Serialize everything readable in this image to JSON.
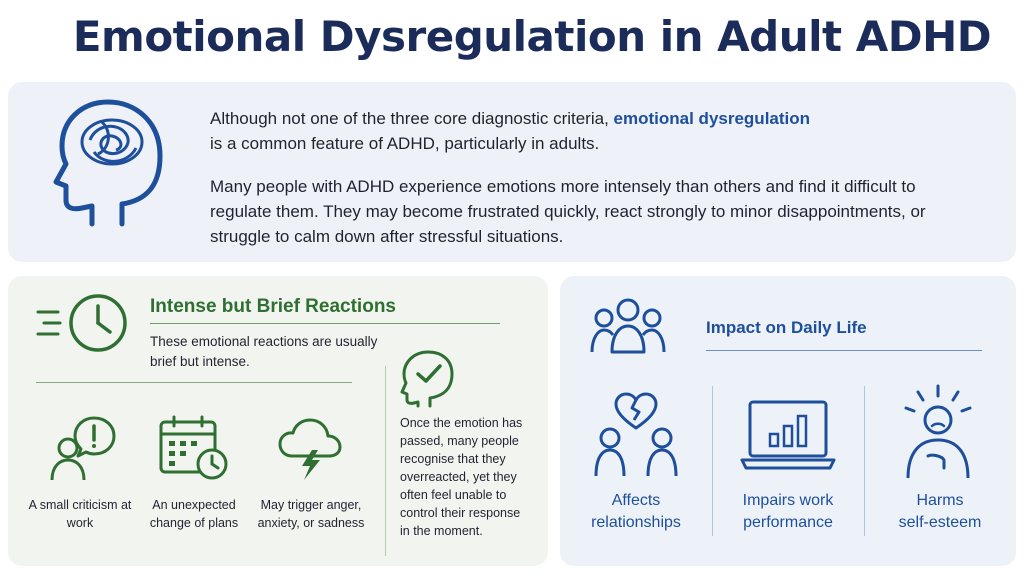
{
  "title": "Emotional Dysregulation in Adult ADHD",
  "intro": {
    "p1_before": "Although not one of the three core diagnostic criteria,",
    "p1_highlight": "emotional dysregulation",
    "p1_after": "is a common feature of ADHD, particularly in adults.",
    "p2": "Many people with ADHD experience emotions more intensely than others and find it difficult to regulate them. They may become frustrated quickly, react strongly to minor disappointments, or struggle to calm down after stressful situations."
  },
  "reactions": {
    "title": "Intense but Brief Reactions",
    "text": "These emotional reactions are usually brief but intense.",
    "triggers": [
      {
        "icon": "person-exclamation-icon",
        "label": "A small criticism at work"
      },
      {
        "icon": "calendar-clock-icon",
        "label": "An unexpected change of plans"
      },
      {
        "icon": "storm-cloud-icon",
        "label": "May trigger anger, anxiety, or sadness"
      }
    ],
    "aftermath": "Once the emotion has passed, many people recognise that they overreacted, yet they often feel unable to control their response in the moment."
  },
  "impact": {
    "title": "Impact on Daily Life",
    "items": [
      {
        "icon": "broken-heart-people-icon",
        "label_line1": "Affects",
        "label_line2": "relationships"
      },
      {
        "icon": "laptop-chart-icon",
        "label_line1": "Impairs work",
        "label_line2": "performance"
      },
      {
        "icon": "person-self-esteem-icon",
        "label_line1": "Harms",
        "label_line2": "self-esteem"
      }
    ]
  },
  "colors": {
    "title": "#1b2c5a",
    "accent_blue": "#1e4f9c",
    "accent_green": "#2f6f32",
    "intro_bg": "#eef2f8",
    "left_bg": "#f2f4ef",
    "right_bg": "#edf2f8"
  }
}
